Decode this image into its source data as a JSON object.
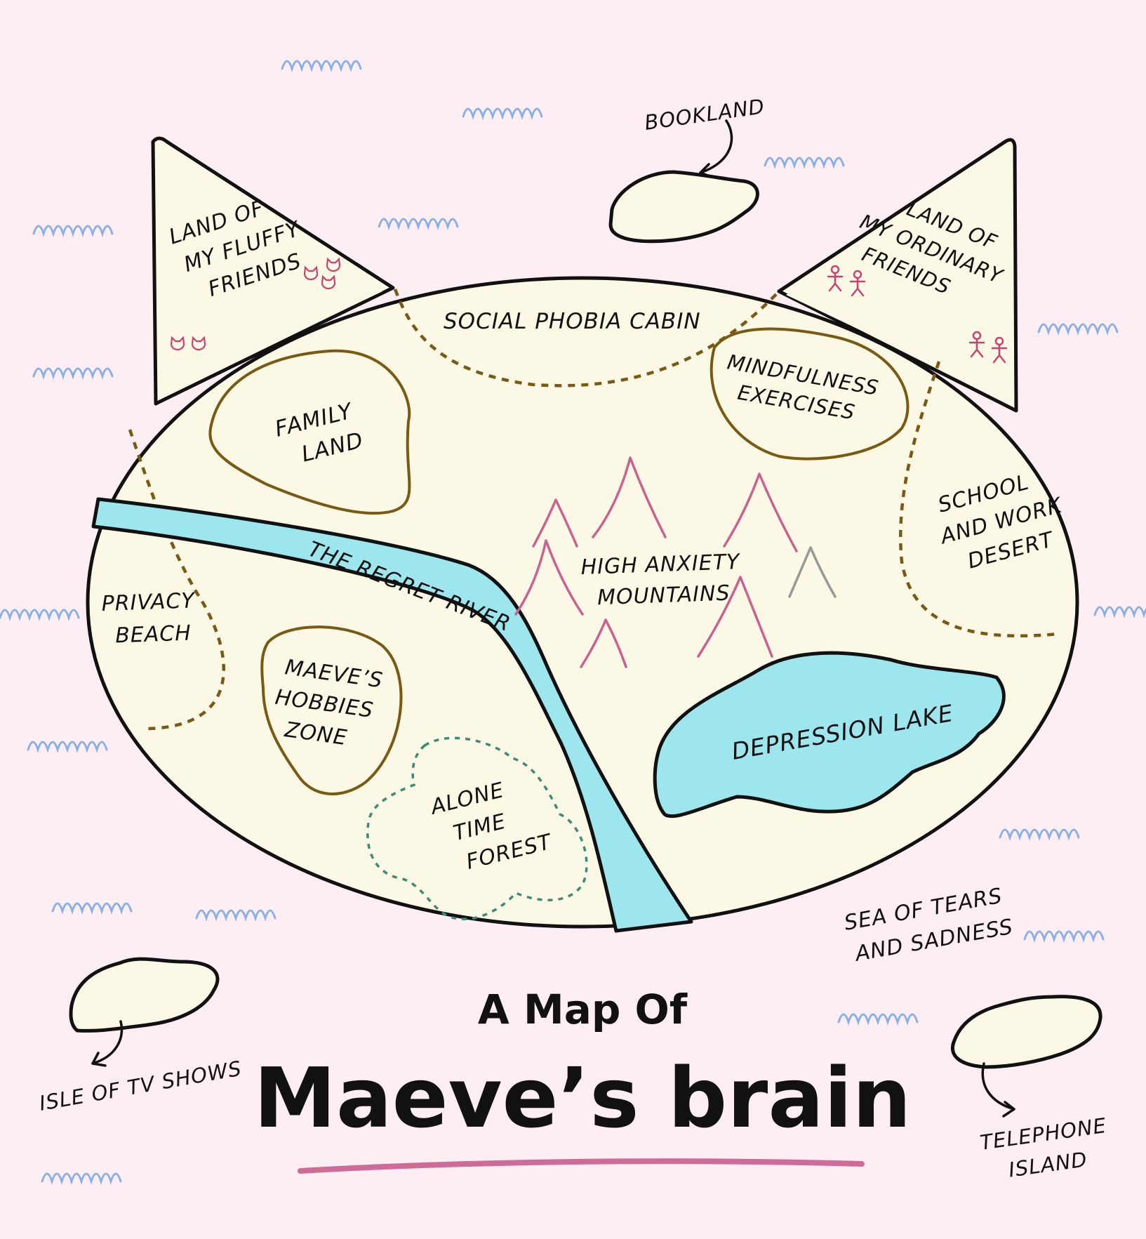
{
  "title": {
    "line1": "A Map Of",
    "line2": "Maeve’s brain"
  },
  "regions": {
    "fluffy_friends": [
      "LAND OF",
      "MY FLUFFY",
      "FRIENDS"
    ],
    "ordinary_friends": [
      "LAND OF",
      "MY ORDINARY",
      "FRIENDS"
    ],
    "social_phobia": "SOCIAL PHOBIA CABIN",
    "family": [
      "FAMILY",
      "LAND"
    ],
    "mindfulness": [
      "MINDFULNESS",
      "EXERCISES"
    ],
    "school": [
      "SCHOOL",
      "AND WORK",
      "DESERT"
    ],
    "privacy": [
      "PRIVACY",
      "BEACH"
    ],
    "hobbies": [
      "MAEVE’S",
      "HOBBIES",
      "ZONE"
    ],
    "forest": [
      "ALONE",
      "TIME",
      "FOREST"
    ],
    "mountains": [
      "HIGH ANXIETY",
      "MOUNTAINS"
    ],
    "lake": "DEPRESSION LAKE",
    "river": "THE REGRET RIVER"
  },
  "islands": {
    "bookland": "BOOKLAND",
    "tv": "ISLE OF TV SHOWS",
    "telephone": [
      "TELEPHONE",
      "ISLAND"
    ]
  },
  "sea": [
    "SEA OF TEARS",
    "AND SADNESS"
  ],
  "colors": {
    "background": "#fdeef3",
    "land": "#fcf8e6",
    "water": "#9ee6ee",
    "outline": "#111111",
    "border_brown": "#7a5a12",
    "forest_border": "#3c8a78",
    "mountain": "#c9628f",
    "wave": "#8ab0e6",
    "underline": "#cf6b97",
    "friend_icon": "#c9426f"
  },
  "icons": {
    "waves": "wave-icon",
    "cats": "cat-face-icon",
    "people": "stick-figure-icon",
    "arrows": "curved-arrow-icon"
  }
}
